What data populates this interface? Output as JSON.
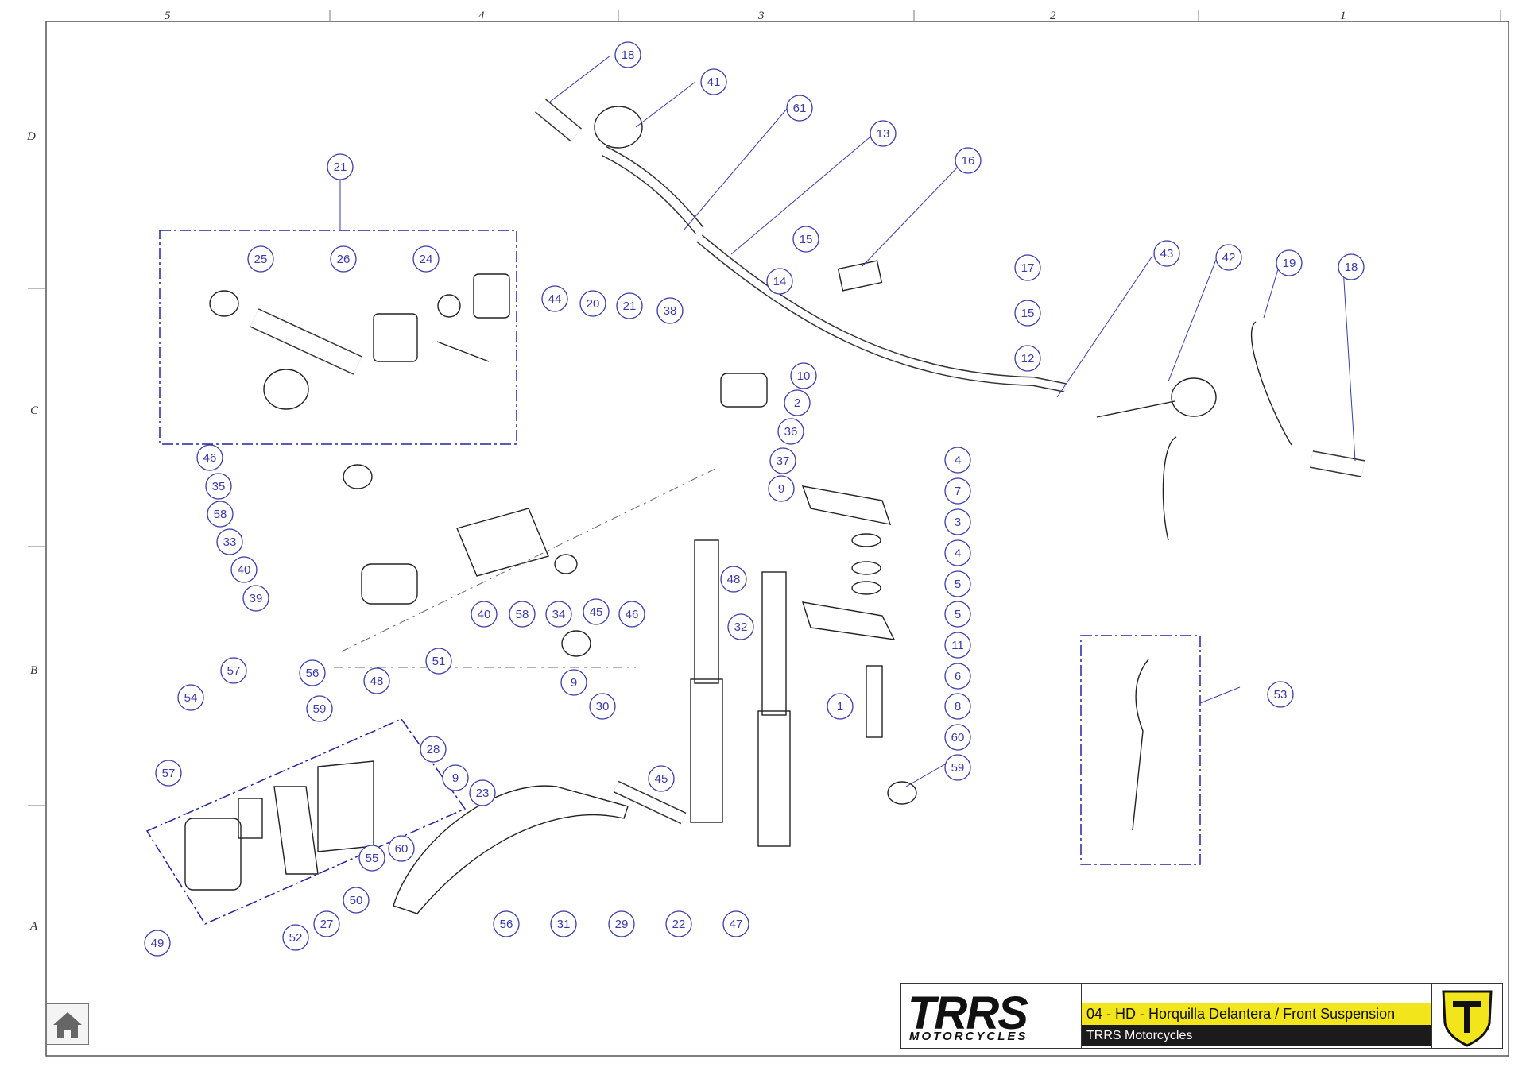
{
  "grid": {
    "columns": [
      "5",
      "4",
      "3",
      "2",
      "1"
    ],
    "rows": [
      "D",
      "C",
      "B",
      "A"
    ]
  },
  "callouts": [
    "18",
    "41",
    "61",
    "13",
    "16",
    "21",
    "25",
    "26",
    "24",
    "15",
    "17",
    "14",
    "15",
    "43",
    "42",
    "19",
    "18",
    "44",
    "20",
    "38",
    "21",
    "10",
    "12",
    "2",
    "36",
    "4",
    "46",
    "35",
    "37",
    "9",
    "7",
    "58",
    "3",
    "33",
    "40",
    "4",
    "48",
    "5",
    "39",
    "40",
    "58",
    "34",
    "45",
    "46",
    "32",
    "5",
    "11",
    "57",
    "56",
    "51",
    "9",
    "6",
    "54",
    "48",
    "59",
    "30",
    "8",
    "1",
    "60",
    "57",
    "28",
    "9",
    "45",
    "59",
    "23",
    "53",
    "60",
    "55",
    "50",
    "27",
    "56",
    "31",
    "29",
    "22",
    "47",
    "49",
    "52"
  ],
  "title_block": {
    "brand": "TRRS",
    "brand_sub": "MOTORCYCLES",
    "title": "04 - HD - Horquilla Delantera / Front Suspension",
    "subtitle": "TRRS Motorcycles",
    "accent_color": "#f2e51c"
  },
  "colors": {
    "callout": "#3a3aa8",
    "line": "#333333",
    "group_box": "#2323a0"
  },
  "home_icon": "home-icon"
}
